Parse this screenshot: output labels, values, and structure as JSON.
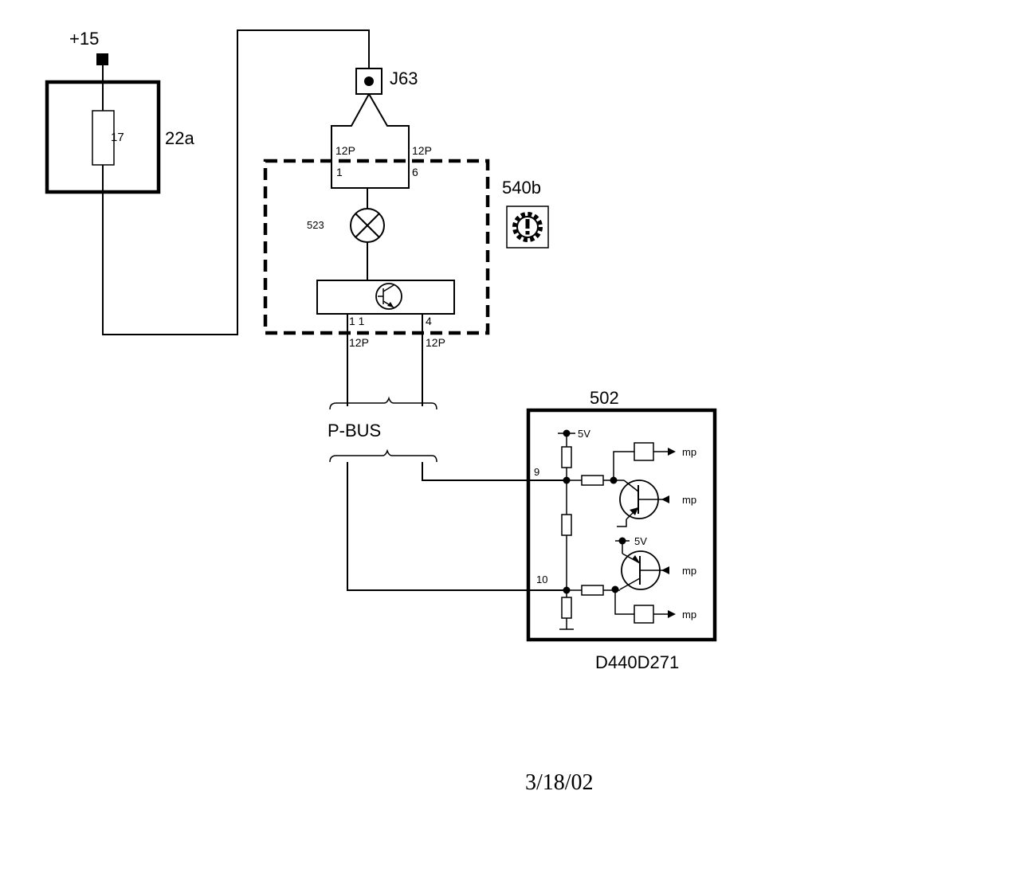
{
  "labels": {
    "supply": "+15",
    "fuse_box": "22a",
    "fuse_number": "17",
    "connector": "J63",
    "pin_12p": "12P",
    "pin_1": "1",
    "pin_6": "6",
    "pin_11": "1 1",
    "pin_4": "4",
    "lamp": "523",
    "unit": "540b",
    "bus": "P-BUS",
    "ecu": "502",
    "pin_9": "9",
    "pin_10": "10",
    "v5": "5V",
    "mp": "mp",
    "drawing_code": "D440D271",
    "date": "3/18/02"
  },
  "icons": {
    "unit_symbol": "warning-gear-icon",
    "lamp_symbol": "lamp-icon",
    "transistor_symbol": "transistor-icon"
  }
}
